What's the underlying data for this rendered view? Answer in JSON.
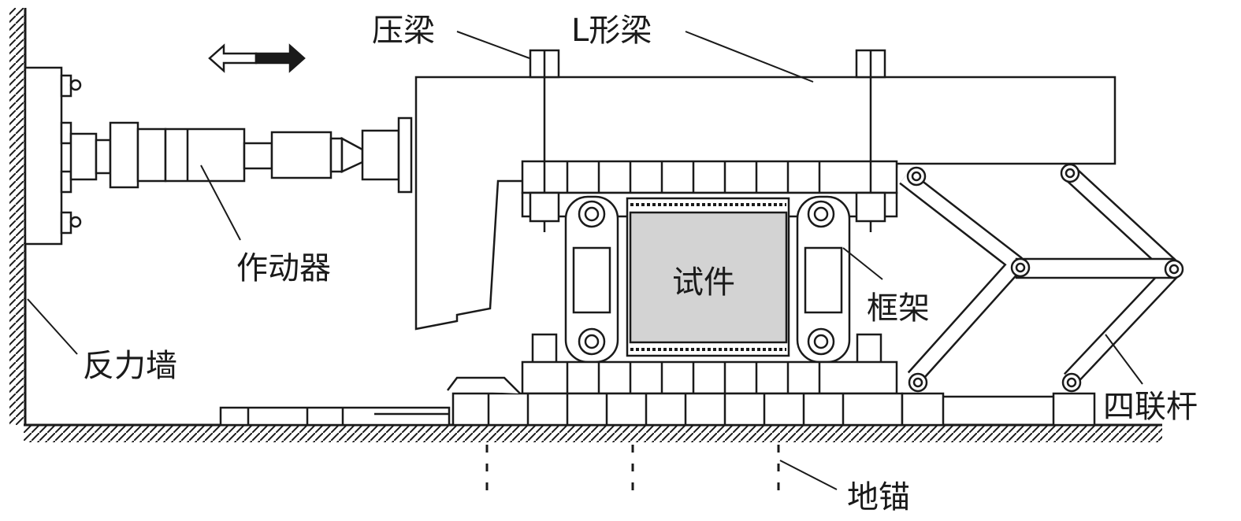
{
  "labels": {
    "pressure_beam": "压梁",
    "l_beam": "L形梁",
    "actuator": "作动器",
    "reaction_wall": "反力墙",
    "specimen": "试件",
    "frame": "框架",
    "four_bar_linkage": "四联杆",
    "ground_anchor": "地锚"
  },
  "colors": {
    "line": "#1a1a1a",
    "specimen_fill": "#d3d3d3",
    "background": "#ffffff"
  }
}
